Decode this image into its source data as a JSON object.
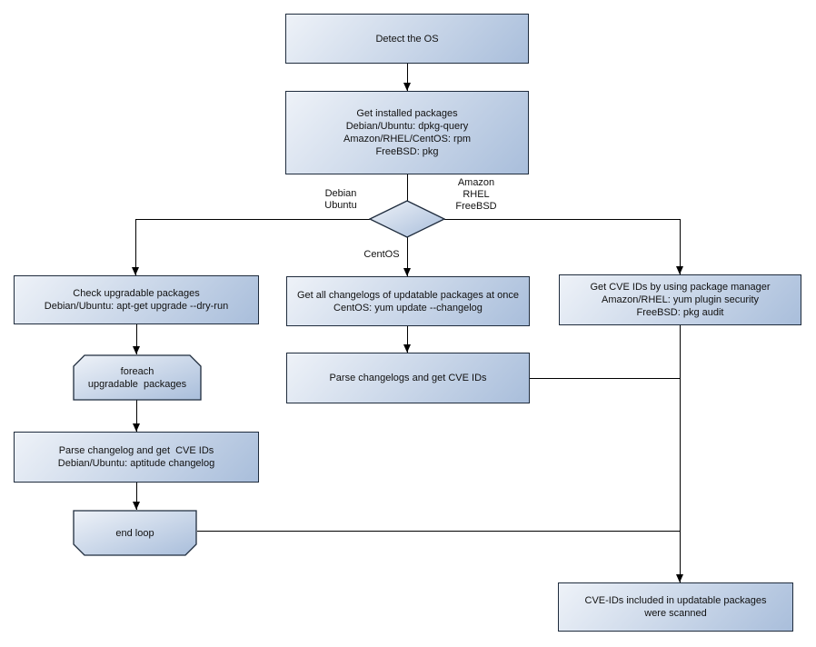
{
  "colors": {
    "node_fill_light": "#eef2f8",
    "node_fill_dark": "#a9bedb",
    "node_border": "#1f2c3d",
    "line_color": "#000000",
    "text_color": "#111111",
    "page_bg": "#ffffff"
  },
  "nodes": {
    "detect_os": {
      "label": "Detect the OS"
    },
    "get_installed": {
      "label": "Get installed packages\nDebian/Ubuntu: dpkg-query\nAmazon/RHEL/CentOS: rpm\nFreeBSD: pkg"
    },
    "check_upgradable": {
      "label": "Check upgradable packages\nDebian/Ubuntu: apt-get upgrade --dry-run"
    },
    "foreach_loop": {
      "label": "foreach\nupgradable  packages"
    },
    "parse_changelog_left": {
      "label": "Parse changelog and get  CVE IDs\nDebian/Ubuntu: aptitude changelog"
    },
    "end_loop": {
      "label": "end loop"
    },
    "get_all_changelogs": {
      "label": "Get all changelogs of updatable packages at once\nCentOS: yum update --changelog"
    },
    "parse_changelogs_mid": {
      "label": "Parse changelogs and get CVE IDs"
    },
    "get_cve_ids_right": {
      "label": "Get CVE IDs by using package manager\nAmazon/RHEL: yum plugin security\nFreeBSD: pkg audit"
    },
    "result_scanned": {
      "label": "CVE-IDs included in updatable packages\nwere scanned"
    }
  },
  "edge_labels": {
    "branch_left": "Debian\nUbuntu",
    "branch_right": "Amazon\nRHEL\nFreeBSD",
    "branch_down": "CentOS"
  }
}
